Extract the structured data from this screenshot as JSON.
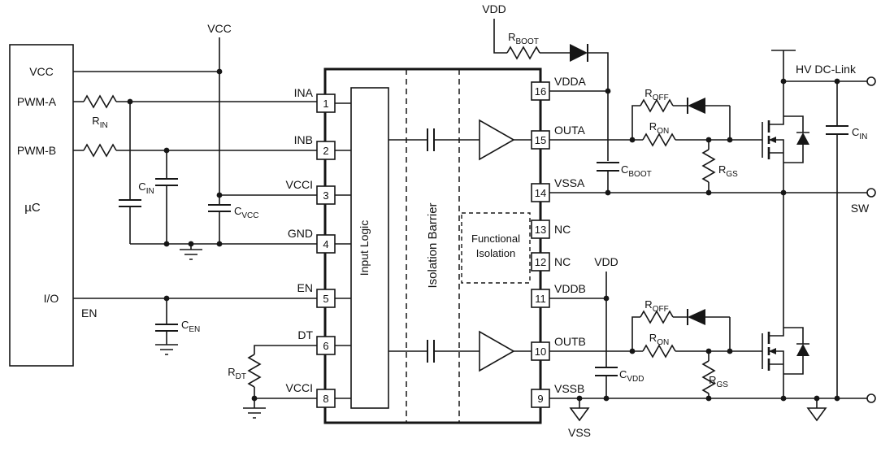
{
  "mcu": {
    "pin_vcc": "VCC",
    "pin_pwm_a": "PWM-A",
    "pin_pwm_b": "PWM-B",
    "label": "µC",
    "pin_io": "I/O",
    "net_en": "EN"
  },
  "nets": {
    "vcc": "VCC",
    "vdd_top": "VDD",
    "vdd_mid": "VDD",
    "vss": "VSS",
    "hv_dc_link": "HV DC-Link",
    "sw": "SW"
  },
  "ic": {
    "blocks": {
      "input_logic": "Input Logic",
      "isolation_barrier": "Isolation Barrier",
      "functional_isolation": [
        "Functional",
        "Isolation"
      ]
    },
    "left_pins": [
      {
        "num": "1",
        "name": "INA"
      },
      {
        "num": "2",
        "name": "INB"
      },
      {
        "num": "3",
        "name": "VCCI"
      },
      {
        "num": "4",
        "name": "GND"
      },
      {
        "num": "5",
        "name": "EN"
      },
      {
        "num": "6",
        "name": "DT"
      },
      {
        "num": "8",
        "name": "VCCI"
      }
    ],
    "right_pins": [
      {
        "num": "16",
        "name": "VDDA"
      },
      {
        "num": "15",
        "name": "OUTA"
      },
      {
        "num": "14",
        "name": "VSSA"
      },
      {
        "num": "13",
        "name": "NC"
      },
      {
        "num": "12",
        "name": "NC"
      },
      {
        "num": "11",
        "name": "VDDB"
      },
      {
        "num": "10",
        "name": "OUTB"
      },
      {
        "num": "9",
        "name": "VSSB"
      }
    ]
  },
  "components": {
    "r_in": {
      "base": "R",
      "sub": "IN"
    },
    "c_in": {
      "base": "C",
      "sub": "IN"
    },
    "c_vcc": {
      "base": "C",
      "sub": "VCC"
    },
    "c_en": {
      "base": "C",
      "sub": "EN"
    },
    "r_dt": {
      "base": "R",
      "sub": "DT"
    },
    "r_boot": {
      "base": "R",
      "sub": "BOOT"
    },
    "c_boot": {
      "base": "C",
      "sub": "BOOT"
    },
    "c_vdd": {
      "base": "C",
      "sub": "VDD"
    },
    "r_off": {
      "base": "R",
      "sub": "OFF"
    },
    "r_on": {
      "base": "R",
      "sub": "ON"
    },
    "r_gs": {
      "base": "R",
      "sub": "GS"
    },
    "c_in_bus": {
      "base": "C",
      "sub": "IN"
    }
  },
  "colors": {
    "ink": "#161616",
    "background": "#ffffff"
  }
}
